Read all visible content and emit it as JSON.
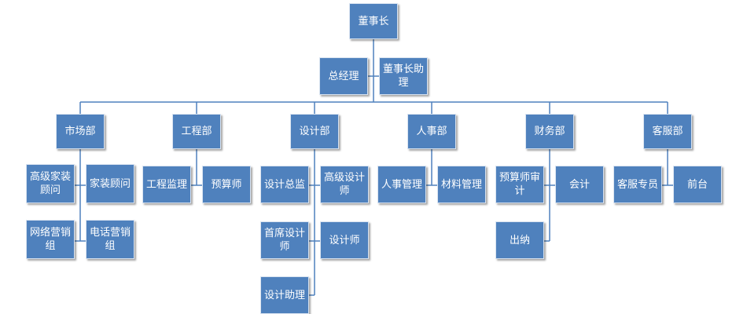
{
  "org": {
    "chairman": "董事长",
    "gm": "总经理",
    "assistant": "董事长助理",
    "departments": {
      "market": {
        "name": "市场部",
        "staff": [
          "高级家装顾问",
          "家装顾问",
          "网络营销组",
          "电话营销组"
        ]
      },
      "engineering": {
        "name": "工程部",
        "staff": [
          "工程监理",
          "预算师"
        ]
      },
      "design": {
        "name": "设计部",
        "staff": [
          "设计总监",
          "高级设计师",
          "首席设计师",
          "设计师",
          "设计助理"
        ]
      },
      "hr": {
        "name": "人事部",
        "staff": [
          "人事管理",
          "材料管理"
        ]
      },
      "finance": {
        "name": "财务部",
        "staff": [
          "预算师审计",
          "会计",
          "出纳"
        ]
      },
      "service": {
        "name": "客服部",
        "staff": [
          "客服专员",
          "前台"
        ]
      }
    }
  },
  "colors": {
    "box": "#4f81bd",
    "line": "#4f81bd"
  }
}
